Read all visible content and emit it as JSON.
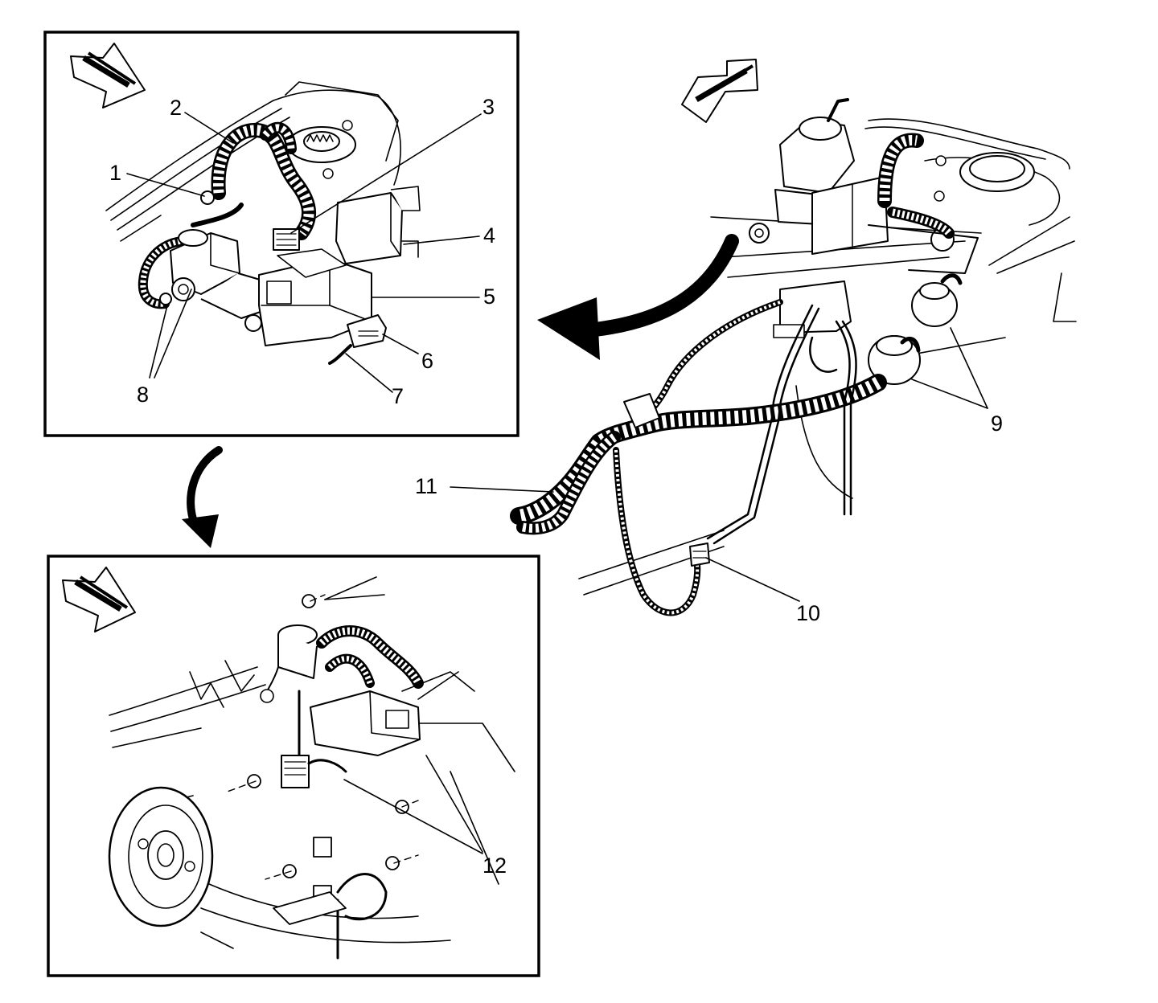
{
  "callouts": {
    "c1": "1",
    "c2": "2",
    "c3": "3",
    "c4": "4",
    "c5": "5",
    "c6": "6",
    "c7": "7",
    "c8": "8",
    "c9": "9",
    "c10": "10",
    "c11": "11",
    "c12": "12"
  },
  "colors": {
    "ink": "#000000",
    "paper": "#ffffff"
  },
  "icons": [
    "view-direction-arrow-icon",
    "rotation-arrow-icon",
    "harness-conduit-icon"
  ]
}
